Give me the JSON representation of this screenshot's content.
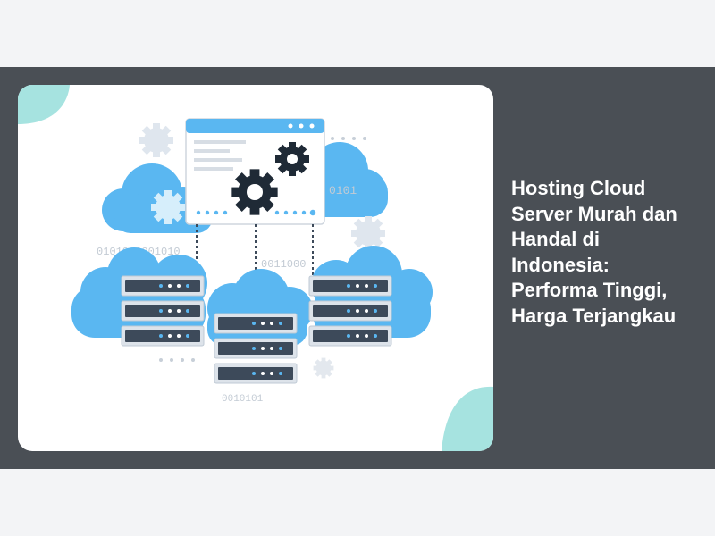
{
  "post": {
    "title": "Hosting Cloud Server Murah dan Handal di Indonesia: Performa Tinggi, Harga Terjangkau"
  },
  "illustration": {
    "binary_labels": [
      "0101",
      "0101010001010",
      "0011000",
      "0010101"
    ],
    "colors": {
      "cloud": "#5ab7f1",
      "cloud_light": "#cfe9fb",
      "server_body": "#dde3ea",
      "server_slot": "#3d4a5a",
      "gear": "#1f2a36",
      "accent_teal": "#a6e3e0"
    },
    "icons": [
      "gear-icon",
      "cloud-icon",
      "server-rack-icon",
      "browser-window-icon"
    ]
  },
  "colors": {
    "band": "#4a4f55",
    "page_bg": "#f3f4f6",
    "title_text": "#ffffff"
  }
}
